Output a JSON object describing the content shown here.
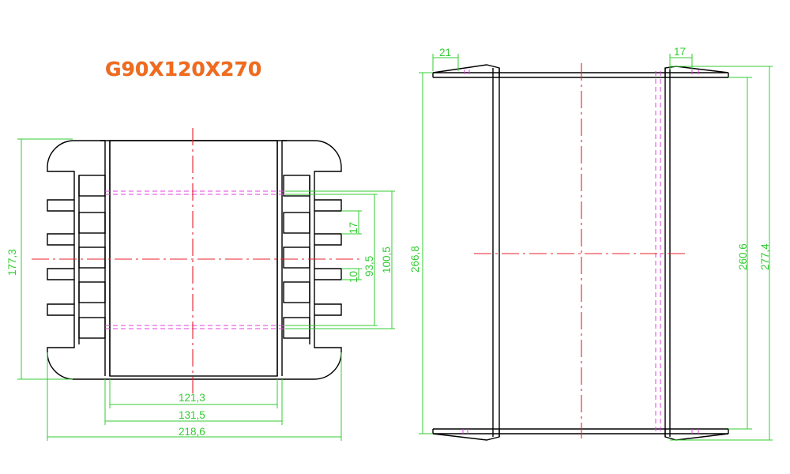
{
  "title": "G90X120X270",
  "front_view": {
    "dimensions": {
      "width_inner": "121,3",
      "width_flange": "131,5",
      "width_total": "218,6",
      "height_total": "177,3",
      "slot_pitch": "17",
      "slot_width": "10",
      "window_inner": "93,5",
      "window_outer": "100,5"
    }
  },
  "side_view": {
    "dimensions": {
      "lip_left": "21",
      "lip_right": "17",
      "length_left": "266,8",
      "length_inner": "260,6",
      "length_total": "277,4"
    }
  },
  "colors": {
    "outline": "#000000",
    "dimension": "#33cc33",
    "centerline": "#e8202a",
    "hidden": "#e040e0",
    "title": "#f26a1b"
  }
}
